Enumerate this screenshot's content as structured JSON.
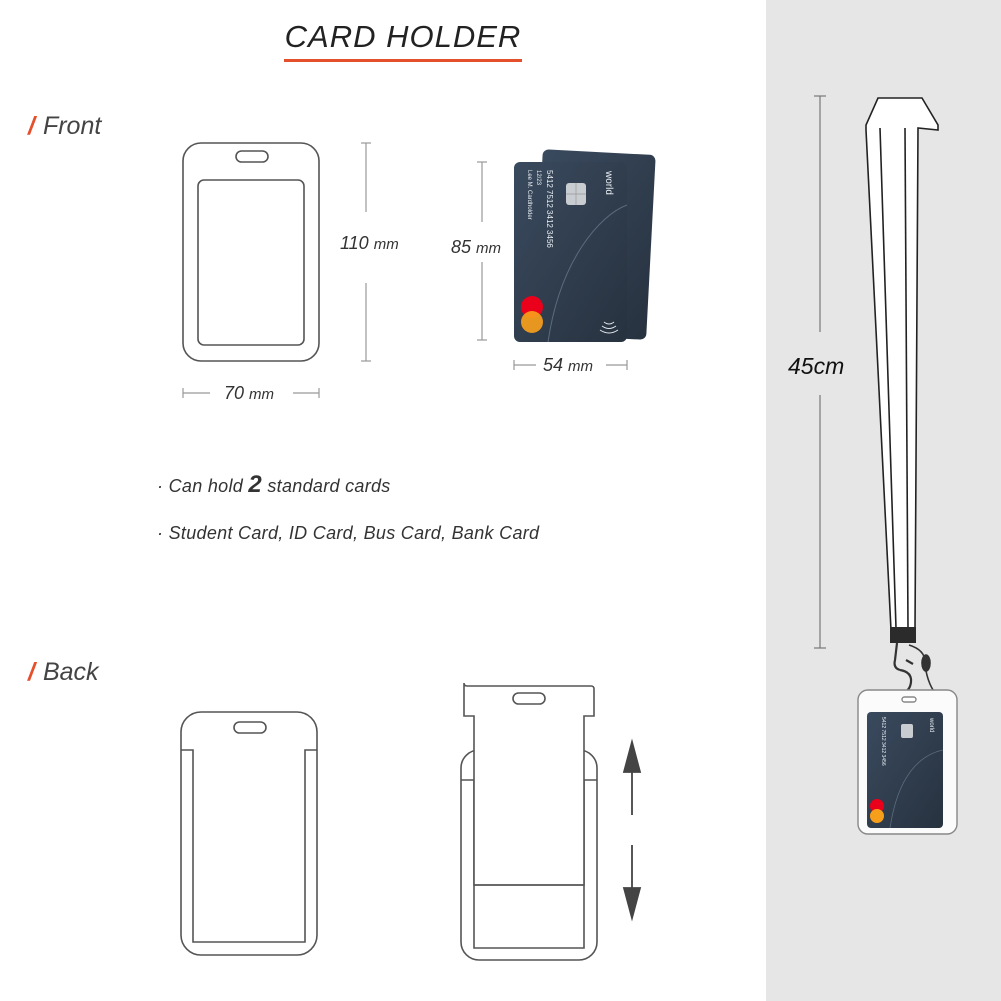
{
  "title": "CARD HOLDER",
  "front": {
    "label": "Front",
    "height_value": "110",
    "height_unit": "mm",
    "width_value": "70",
    "width_unit": "mm",
    "card_height_value": "85",
    "card_height_unit": "mm",
    "card_width_value": "54",
    "card_width_unit": "mm"
  },
  "features": {
    "hold_prefix": "· Can hold",
    "hold_count": "2",
    "hold_suffix": "standard cards",
    "card_types": "· Student Card, ID Card, Bus Card, Bank Card"
  },
  "back": {
    "label": "Back"
  },
  "lanyard": {
    "length_value": "45",
    "length_unit": "cm"
  },
  "bank_card": {
    "number": "5412 7512 3412 3456",
    "expiry": "12/23",
    "holder": "Lee M. Cardholder",
    "brand_text": "world"
  },
  "colors": {
    "accent": "#e4502b",
    "card_navy": "#2f3c4d",
    "panel_gray": "#e6e6e6",
    "mc_red": "#eb001b",
    "mc_orange": "#f79e1b"
  }
}
